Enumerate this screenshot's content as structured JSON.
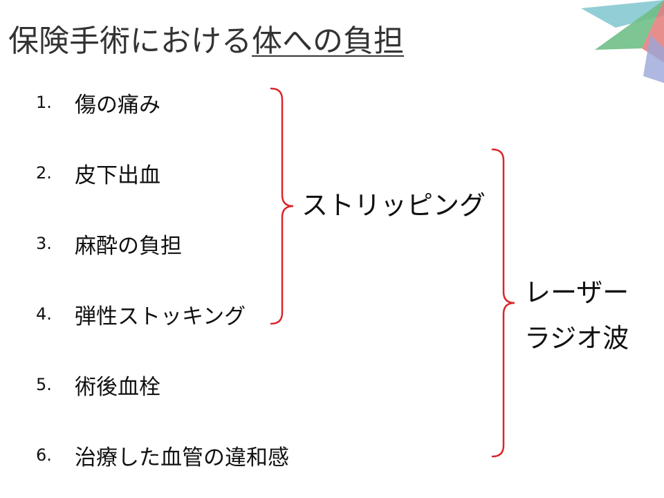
{
  "title": {
    "main": "保険手術における",
    "emphasis": "体への負担"
  },
  "items": [
    {
      "number": "1.",
      "text": "傷の痛み"
    },
    {
      "number": "2.",
      "text": "皮下出血"
    },
    {
      "number": "3.",
      "text": "麻酔の負担"
    },
    {
      "number": "4.",
      "text": "弾性ストッキング"
    },
    {
      "number": "5.",
      "text": "術後血栓"
    },
    {
      "number": "6.",
      "text": "治療した血管の違和感"
    }
  ],
  "groups": {
    "stripping": {
      "label": "ストリッピング"
    },
    "laser": {
      "line1": "レーザー",
      "line2": "ラジオ波"
    }
  },
  "colors": {
    "bracket": "#d9262c",
    "corner_teal": "#7fc6cf",
    "corner_green": "#6fbf86",
    "corner_red": "#e07a78",
    "corner_blue": "#9aa6d8"
  }
}
